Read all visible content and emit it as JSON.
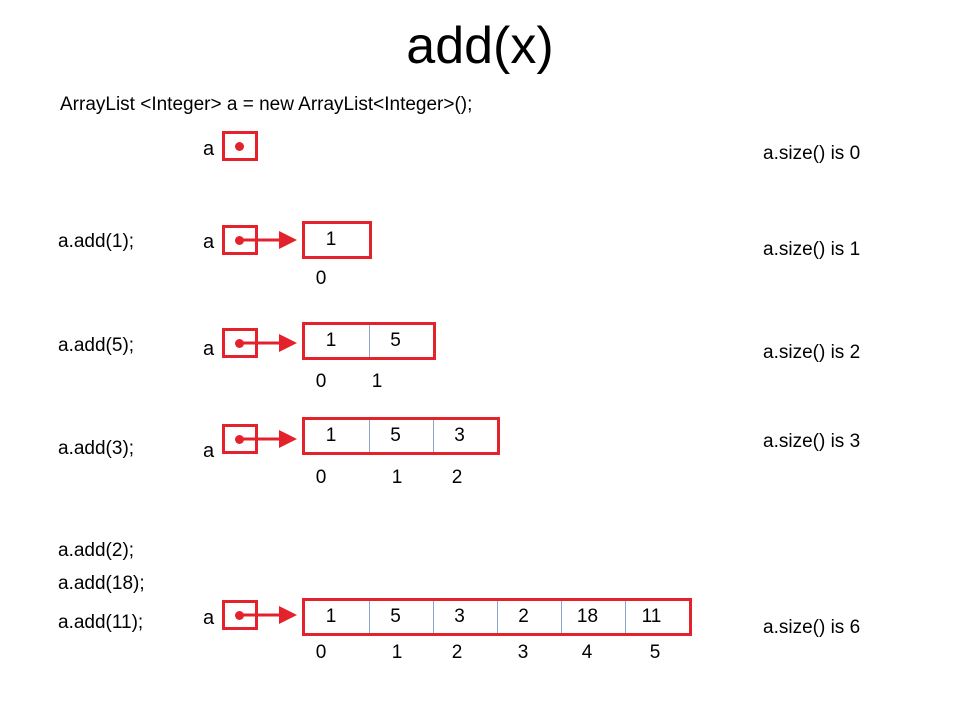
{
  "title": "add(x)",
  "declaration": "ArrayList <Integer> a = new ArrayList<Integer>();",
  "variable_name": "a",
  "colors": {
    "reference": "#e3222b",
    "cell_divider": "#8ea6cc"
  },
  "steps": [
    {
      "calls": [],
      "values": [],
      "indices": [],
      "size_text": "a.size() is 0"
    },
    {
      "calls": [
        "a.add(1);"
      ],
      "values": [
        "1"
      ],
      "indices": [
        "0"
      ],
      "size_text": "a.size() is 1"
    },
    {
      "calls": [
        "a.add(5);"
      ],
      "values": [
        "1",
        "5"
      ],
      "indices": [
        "0",
        "1"
      ],
      "size_text": "a.size() is 2"
    },
    {
      "calls": [
        "a.add(3);"
      ],
      "values": [
        "1",
        "5",
        "3"
      ],
      "indices": [
        "0",
        "1",
        "2"
      ],
      "size_text": "a.size() is 3"
    },
    {
      "calls": [
        "a.add(2);",
        "a.add(18);",
        "a.add(11);"
      ],
      "values": [
        "1",
        "5",
        "3",
        "2",
        "18",
        "11"
      ],
      "indices": [
        "0",
        "1",
        "2",
        "3",
        "4",
        "5"
      ],
      "size_text": "a.size() is 6"
    }
  ]
}
